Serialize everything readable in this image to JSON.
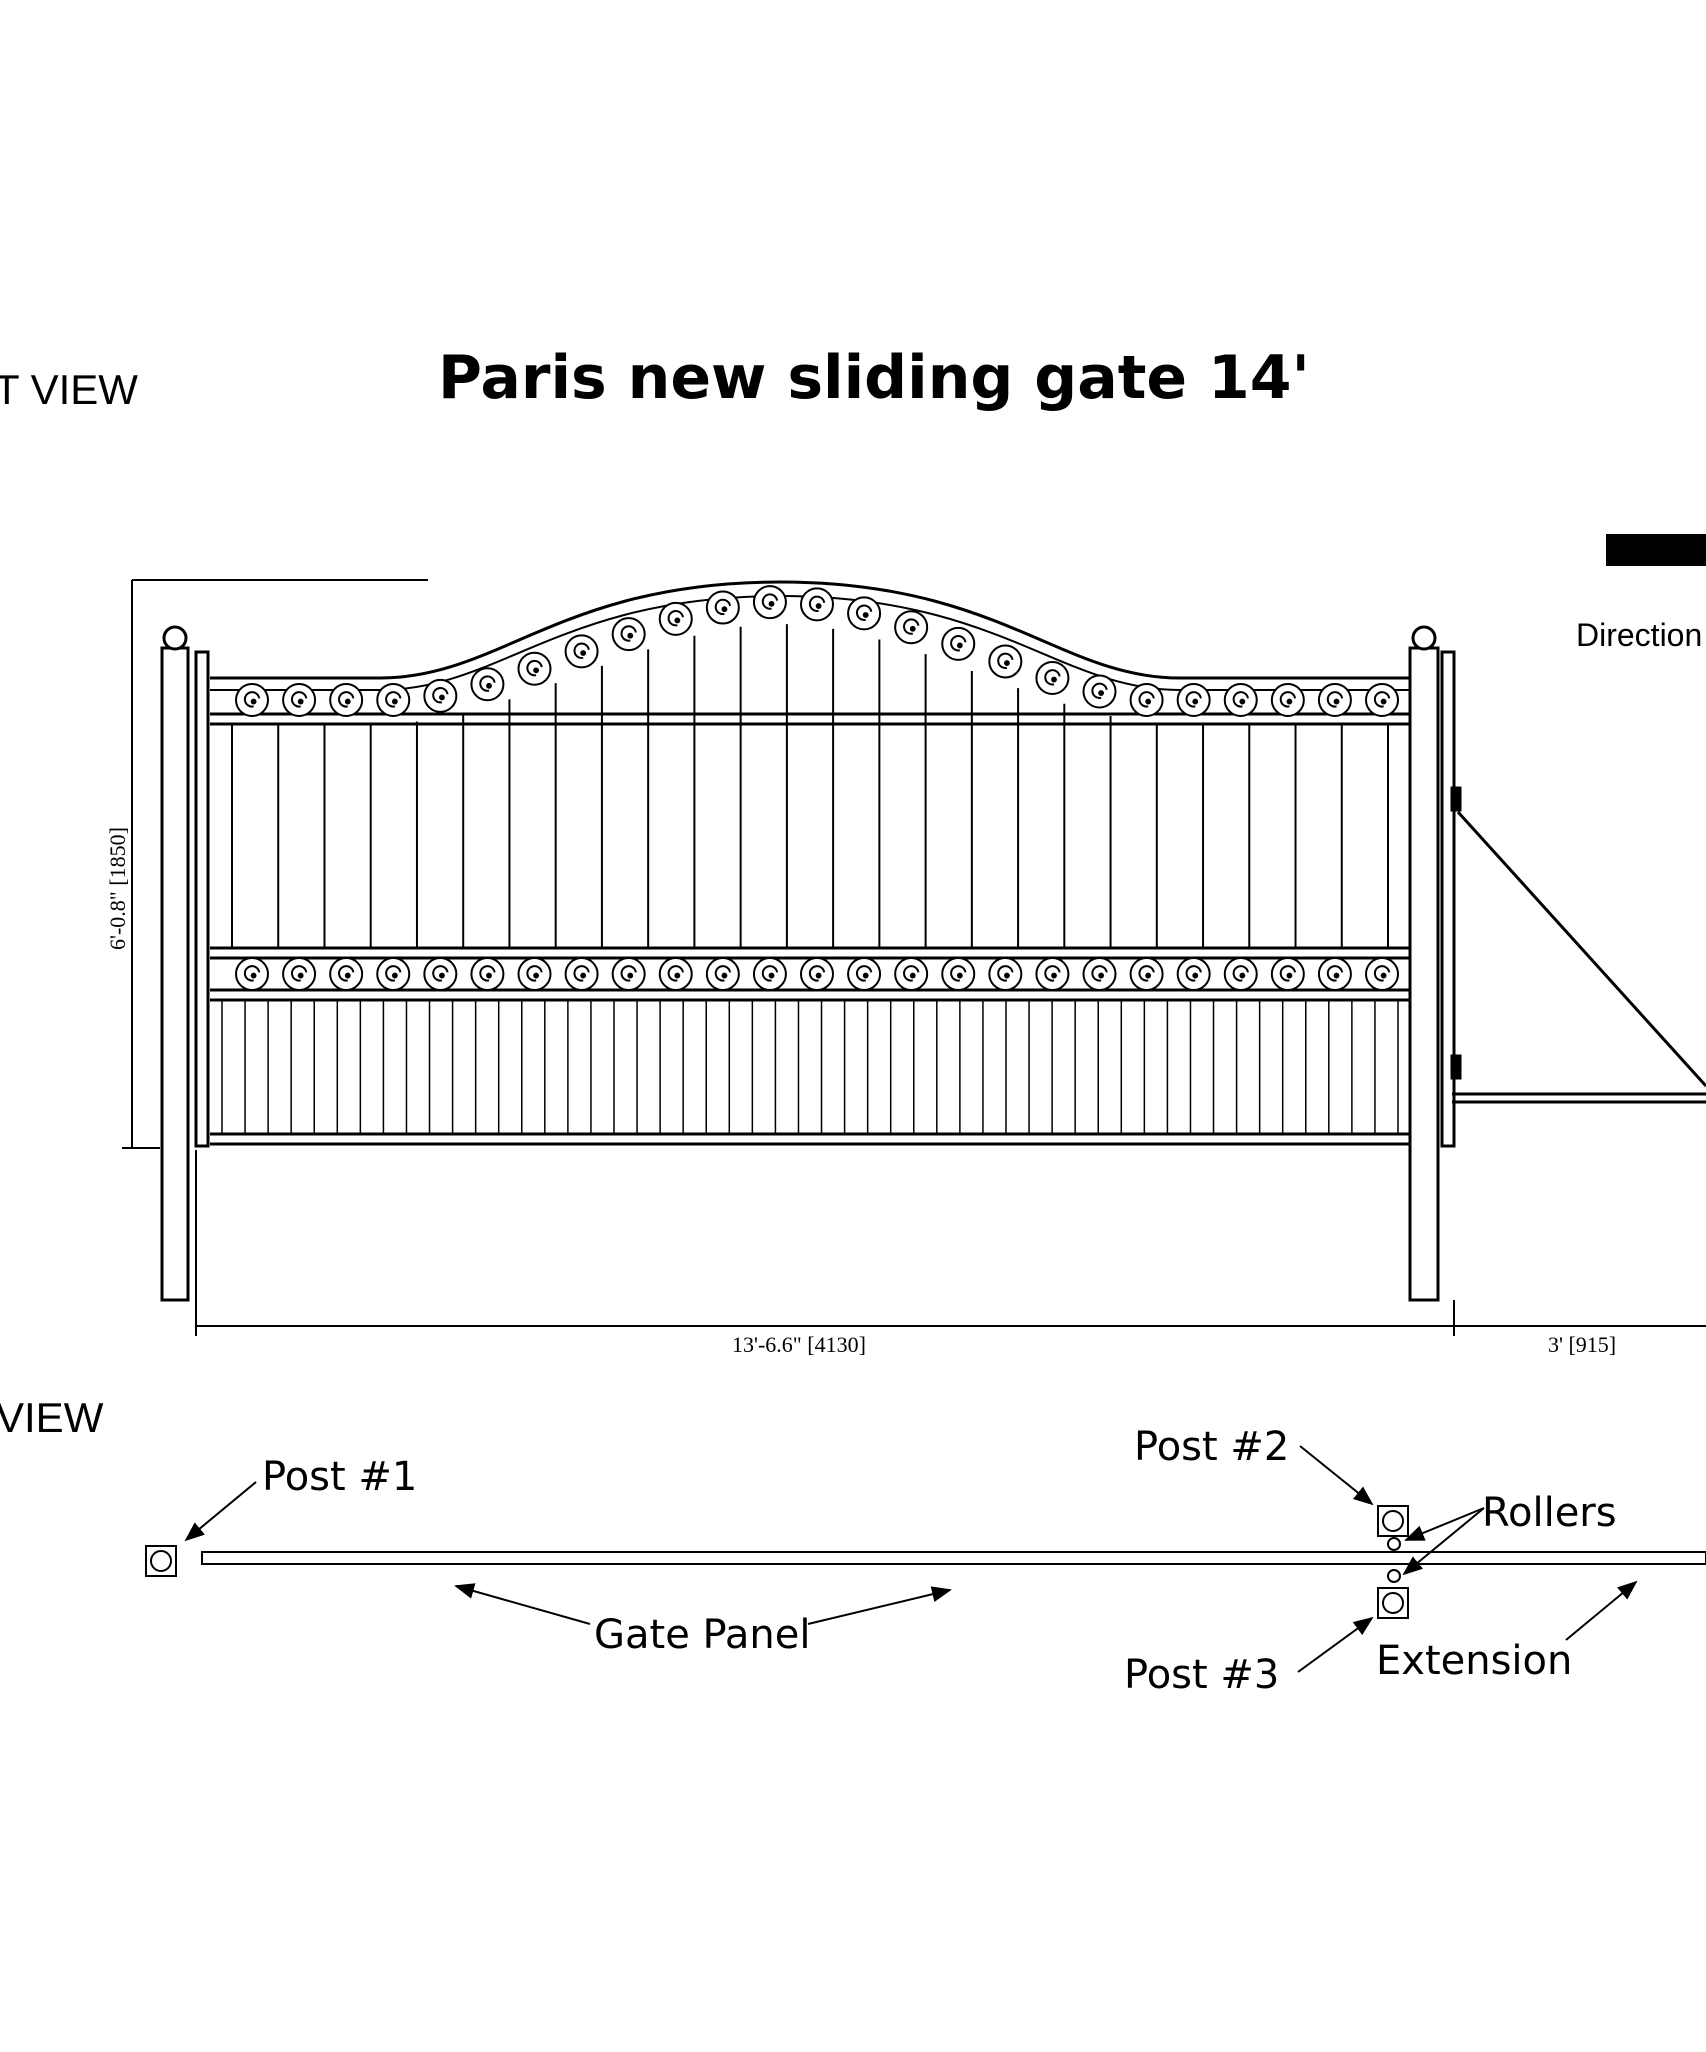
{
  "title": "Paris new sliding gate 14'",
  "front_view_label": "T VIEW",
  "top_view_label": "VIEW",
  "direction_label": "Direction",
  "dimensions": {
    "height": "6'-0.8\" [1850]",
    "width": "13'-6.6\" [4130]",
    "extension": "3' [915]"
  },
  "labels": {
    "post1": "Post #1",
    "post2": "Post #2",
    "post3": "Post #3",
    "rollers": "Rollers",
    "gate_panel": "Gate Panel",
    "extension": "Extension"
  }
}
